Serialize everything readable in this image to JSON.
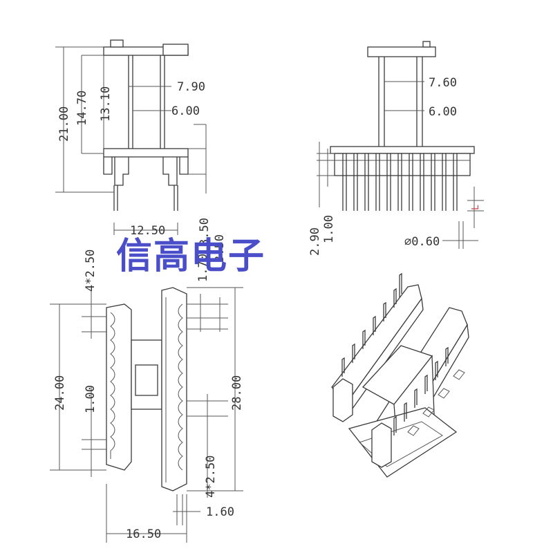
{
  "watermark": "信高电子",
  "front_view": {
    "dims": [
      "21.00",
      "14.70",
      "13.10",
      "7.90",
      "6.00",
      "3.50",
      "12.50"
    ]
  },
  "side_view": {
    "dims": [
      "7.60",
      "6.00",
      "2.90",
      "1.00",
      "L",
      "⌀0.60"
    ]
  },
  "top_view": {
    "dims": [
      "4*2.50",
      "1.70",
      "3.50",
      "24.00",
      "1.00",
      "28.00",
      "4*2.50",
      "1.60",
      "16.50"
    ]
  }
}
